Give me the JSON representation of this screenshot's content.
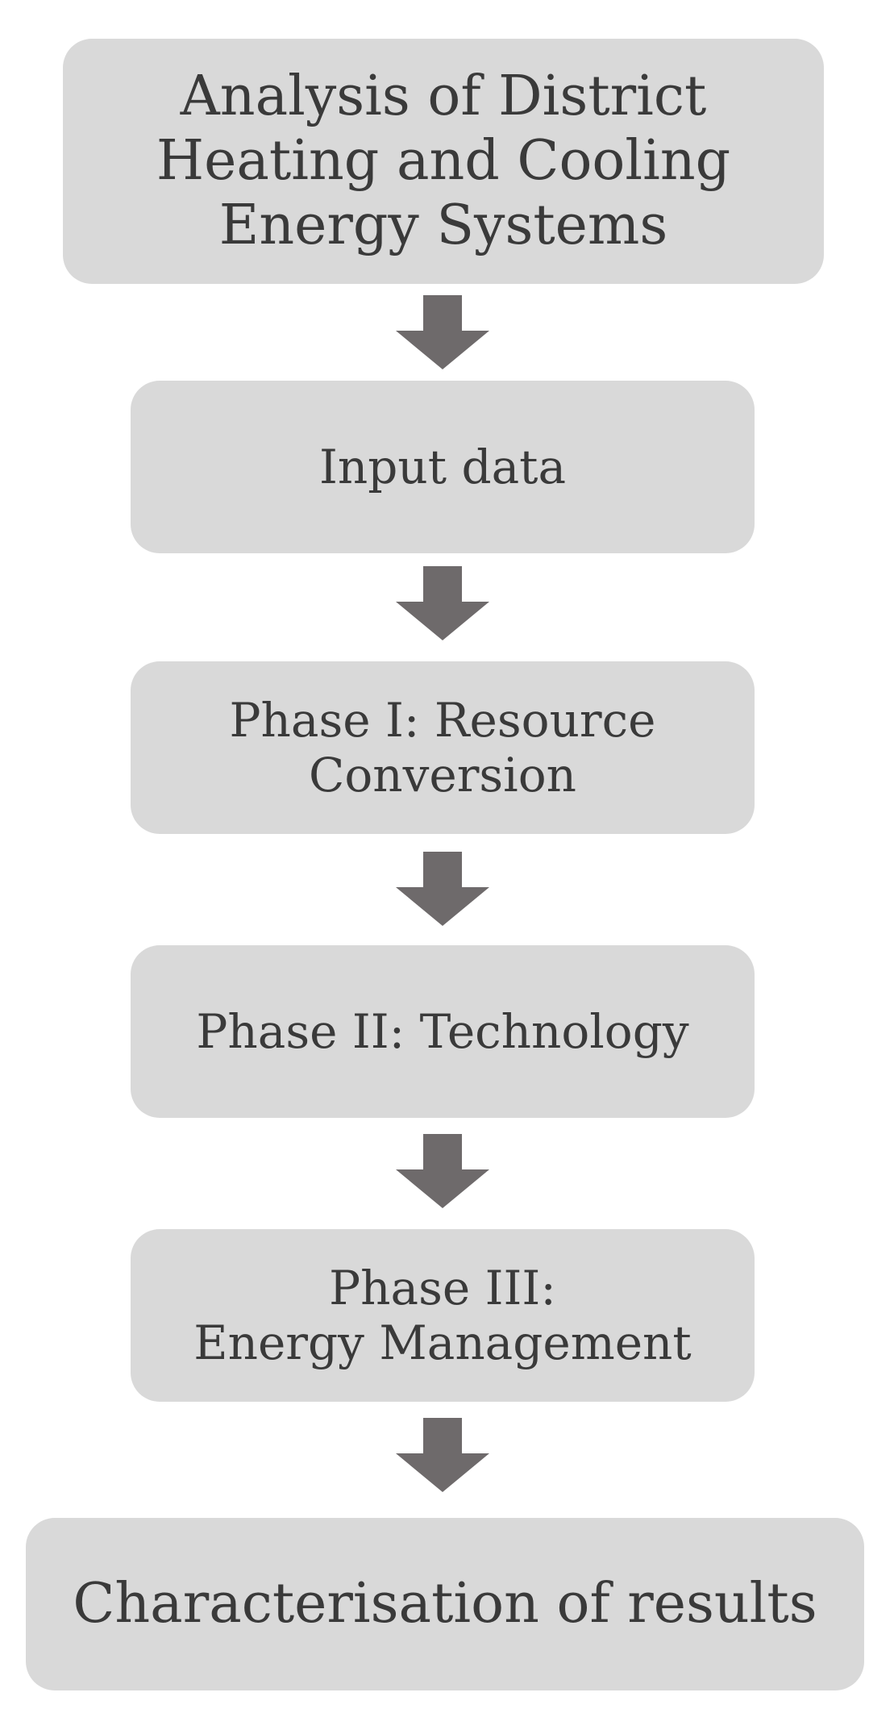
{
  "diagram": {
    "nodes": [
      {
        "id": "title",
        "lines": [
          "Analysis of District",
          "Heating and Cooling",
          "Energy Systems"
        ]
      },
      {
        "id": "input",
        "lines": [
          "Input data"
        ]
      },
      {
        "id": "phase1",
        "lines": [
          "Phase I: Resource",
          "Conversion"
        ]
      },
      {
        "id": "phase2",
        "lines": [
          "Phase II: Technology"
        ]
      },
      {
        "id": "phase3",
        "lines": [
          "Phase III:",
          "Energy Management"
        ]
      },
      {
        "id": "results",
        "lines": [
          "Characterisation of results"
        ]
      }
    ],
    "edges": [
      {
        "from": "title",
        "to": "input"
      },
      {
        "from": "input",
        "to": "phase1"
      },
      {
        "from": "phase1",
        "to": "phase2"
      },
      {
        "from": "phase2",
        "to": "phase3"
      },
      {
        "from": "phase3",
        "to": "results"
      }
    ],
    "colors": {
      "box_fill": "#d9d9d9",
      "text": "#3a3a3a",
      "arrow": "#6e6a6b"
    },
    "arrow_icon": "down-arrow-icon"
  }
}
